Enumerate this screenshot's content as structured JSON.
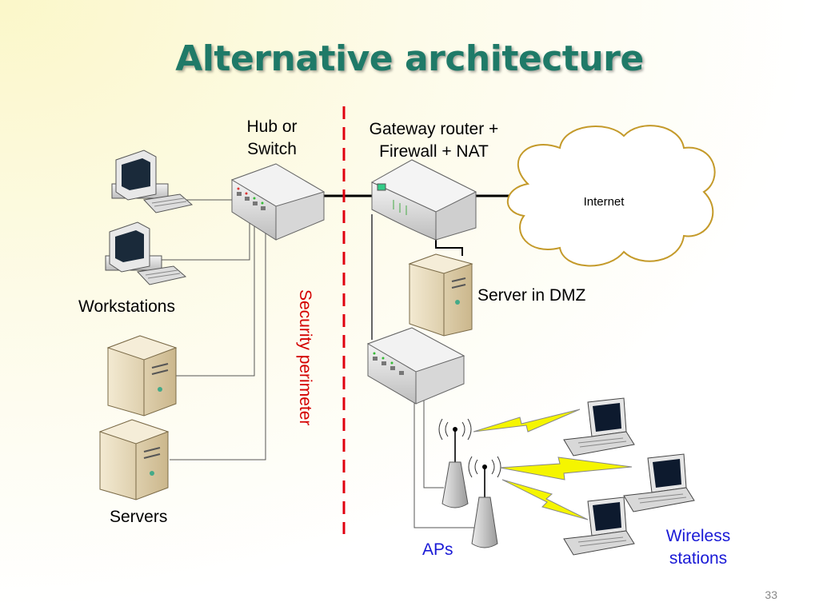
{
  "title": "Alternative architecture",
  "labels": {
    "hub_line1": "Hub or",
    "hub_line2": "Switch",
    "gateway_line1": "Gateway router +",
    "gateway_line2": "Firewall + NAT",
    "internet": "Internet",
    "server_dmz": "Server in DMZ",
    "workstations": "Workstations",
    "servers": "Servers",
    "security_perimeter": "Security perimeter",
    "aps": "APs",
    "wireless_line1": "Wireless",
    "wireless_line2": "stations"
  },
  "slide_number": "33",
  "colors": {
    "title": "#1f7a68",
    "perimeter": "#d40000",
    "blue_label": "#1a1ad6",
    "cloud_stroke": "#c49a2a",
    "lightning": "#f5f500"
  }
}
